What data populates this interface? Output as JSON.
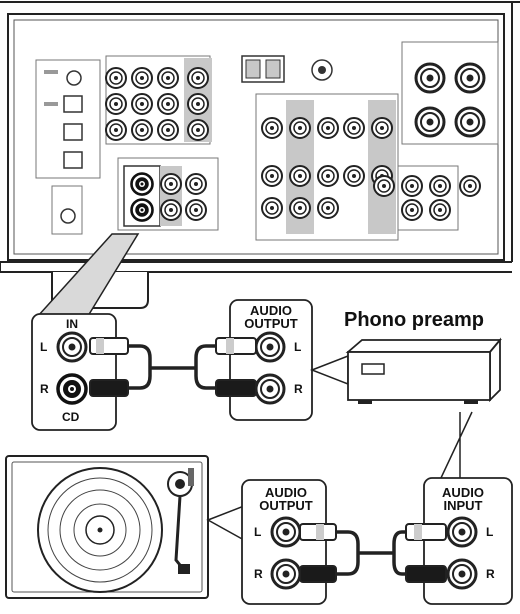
{
  "labels": {
    "cd_in": "IN",
    "cd_left": "L",
    "cd_right": "R",
    "cd_name": "CD",
    "preamp_output_line1": "AUDIO",
    "preamp_output_line2": "OUTPUT",
    "preamp_output_left": "L",
    "preamp_output_right": "R",
    "phono_preamp": "Phono preamp",
    "turntable_output_line1": "AUDIO",
    "turntable_output_line2": "OUTPUT",
    "turntable_output_left": "L",
    "turntable_output_right": "R",
    "preamp_input_line1": "AUDIO",
    "preamp_input_line2": "INPUT",
    "preamp_input_left": "L",
    "preamp_input_right": "R"
  },
  "colors": {
    "line": "#222222",
    "panel_gray": "#c8c8c8",
    "highlight_gray": "#d9d9d9",
    "plug_dark": "#1a1a1a",
    "plug_light": "#ffffff"
  },
  "icons": [
    "receiver-rear-panel",
    "rca-jack-icon",
    "rca-plug-icon",
    "phono-preamp-device",
    "turntable-icon"
  ]
}
